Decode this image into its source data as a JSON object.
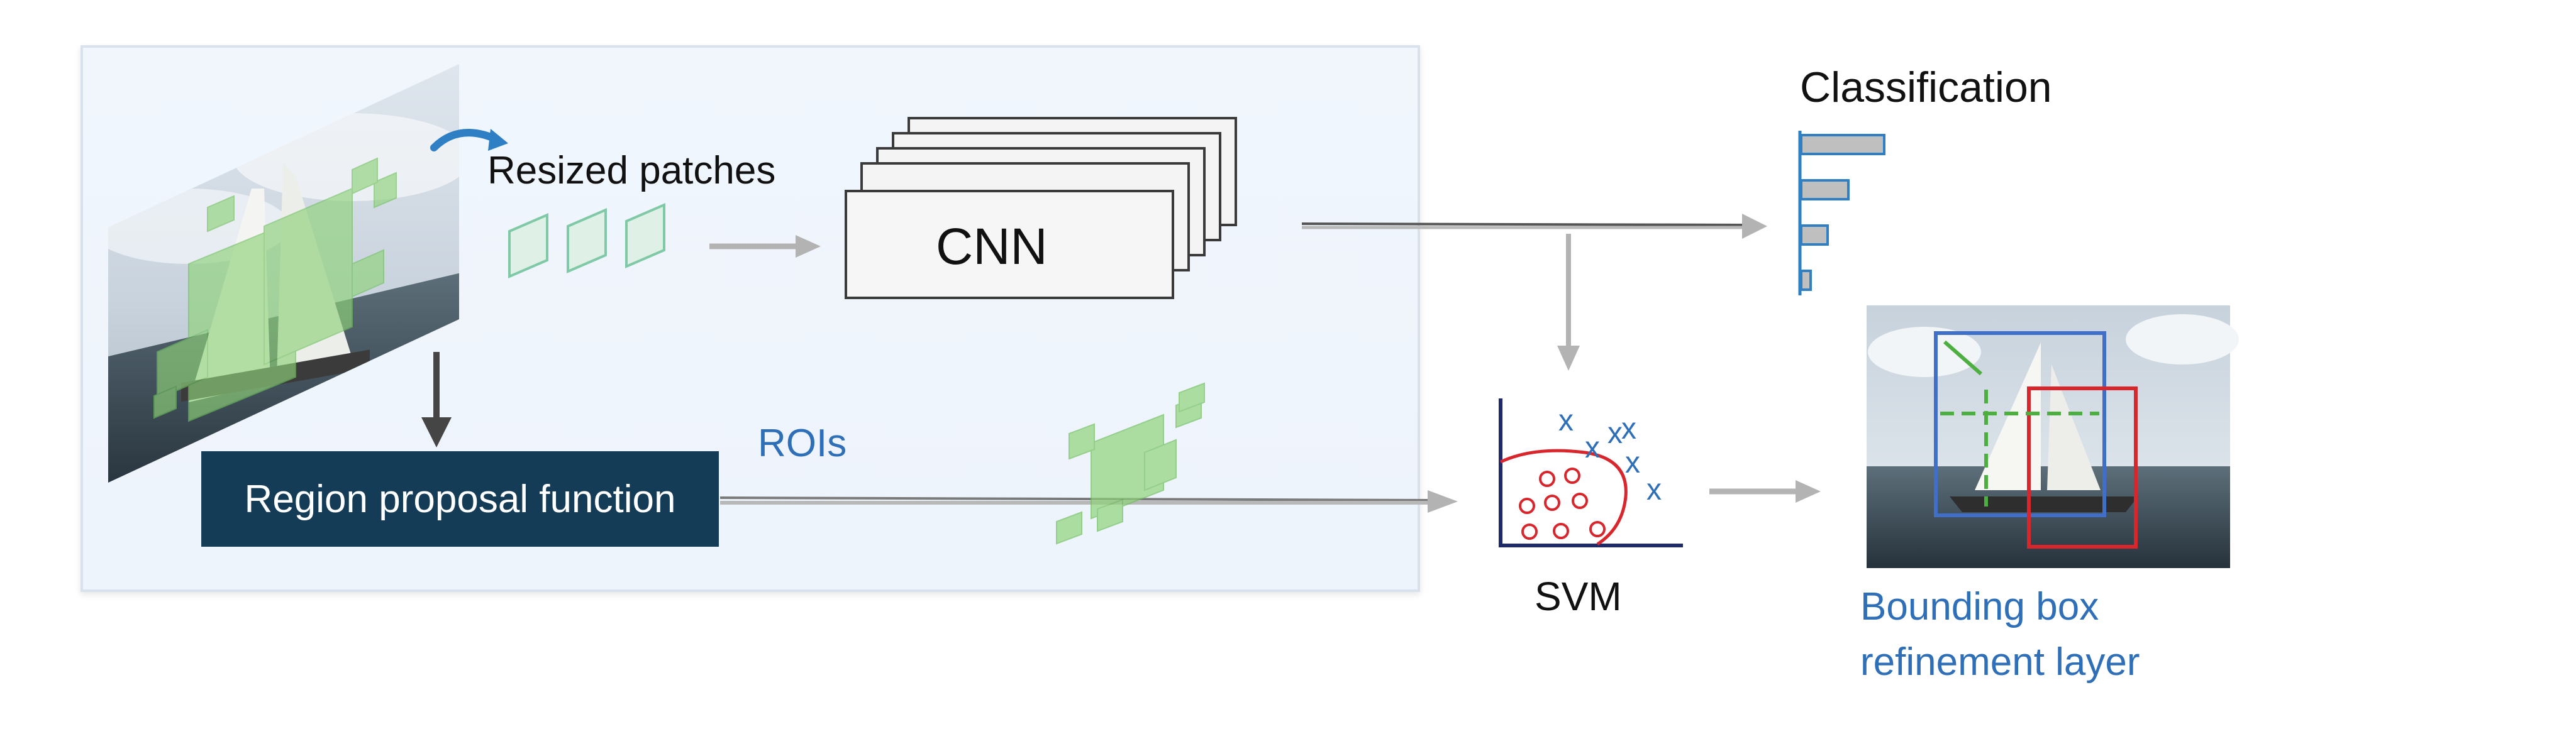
{
  "labels": {
    "resized_patches": "Resized patches",
    "cnn": "CNN",
    "region_proposal_function": "Region proposal function",
    "rois": "ROIs",
    "classification": "Classification",
    "svm": "SVM",
    "bounding_box_refinement": "Bounding box refinement layer"
  },
  "svm_marks": {
    "x_marker": "x",
    "x_count": 6,
    "o_count": 8
  },
  "classification_bars": [
    0.88,
    0.5,
    0.28,
    0.1
  ],
  "colors": {
    "panel_bg": "#eef4fc",
    "rpf_box": "#143c57",
    "accent_blue": "#2f6fb8",
    "green_patch": "#8fd27a",
    "svm_red": "#d9262c",
    "arrow_gray": "#b3b3b3"
  }
}
